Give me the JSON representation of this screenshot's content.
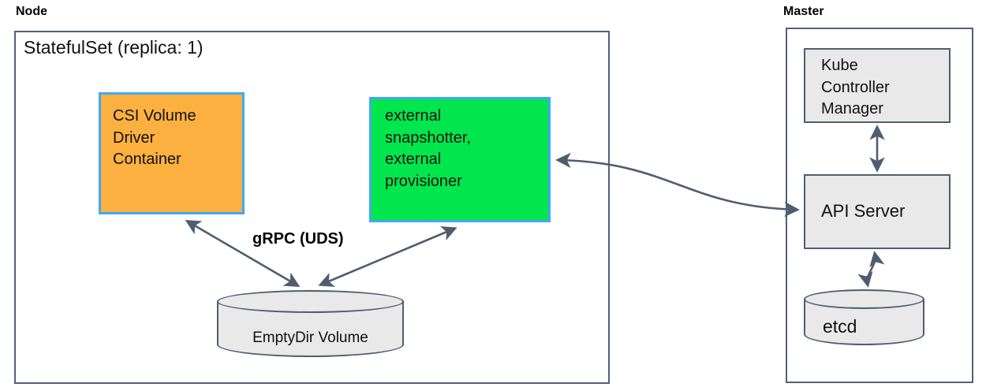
{
  "diagram": {
    "node_group": {
      "label": "Node",
      "statefulset_title": "StatefulSet (replica: 1)",
      "csi_box": {
        "label": "CSI Volume\nDriver\nContainer",
        "fill": "#fbb040",
        "border": "#3fa9f5"
      },
      "external_box": {
        "label": "external\nsnapshotter,\nexternal\nprovisioner",
        "fill": "#00e64c",
        "border": "#3fa9f5"
      },
      "emptydir_volume": {
        "label": "EmptyDir Volume",
        "fill": "#e9e9e9"
      },
      "grpc_label": "gRPC (UDS)"
    },
    "master_group": {
      "label": "Master",
      "kube_controller_manager": {
        "label": "Kube\nController\nManager",
        "fill": "#e9e9e9"
      },
      "api_server": {
        "label": "API Server",
        "fill": "#e9e9e9"
      },
      "etcd": {
        "label": "etcd",
        "fill": "#e9e9e9"
      }
    },
    "edges": [
      {
        "from": "csi-volume-driver-container",
        "to": "emptydir-volume",
        "style": "double-arrow",
        "label": "gRPC (UDS)"
      },
      {
        "from": "external-snapshotter-provisioner",
        "to": "emptydir-volume",
        "style": "double-arrow",
        "label": "gRPC (UDS)"
      },
      {
        "from": "external-snapshotter-provisioner",
        "to": "api-server",
        "style": "double-arrow-curved",
        "label": ""
      },
      {
        "from": "kube-controller-manager",
        "to": "api-server",
        "style": "double-arrow",
        "label": ""
      },
      {
        "from": "api-server",
        "to": "etcd",
        "style": "double-arrow",
        "label": ""
      }
    ],
    "colors": {
      "line": "#4f5e6f",
      "outer_border": "#52617a",
      "gray_fill": "#e9e9e9",
      "orange_fill": "#fbb040",
      "green_fill": "#00e64c",
      "blue_border": "#3fa9f5",
      "text": "#111111"
    }
  }
}
